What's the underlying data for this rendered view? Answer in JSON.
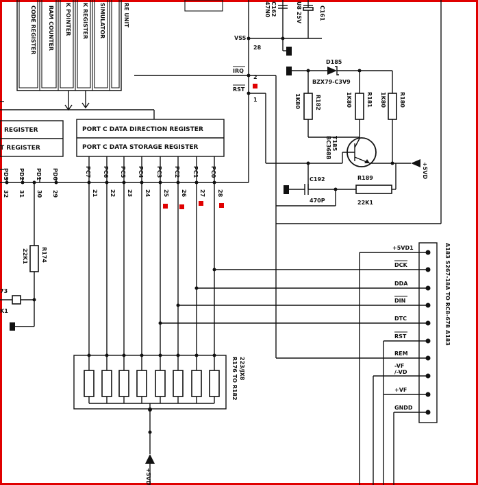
{
  "accent_color": "#e00000",
  "mcu": {
    "vertical_labels": [
      "CODE REGISTER",
      "RAM COUNTER",
      "K POINTER",
      "K REGISTER",
      "SIMULATOR",
      "RE UNIT"
    ],
    "port_c_direction": "PORT C DATA DIRECTION REGISTER",
    "port_c_storage": "PORT C DATA STORAGE REGISTER",
    "left_reg_top": "REGISTER",
    "left_reg_bottom": "T REGISTER",
    "vss": "VSS",
    "vss_pin": "28",
    "irq": "IRQ",
    "irq_pin": "2",
    "rst": "RST",
    "rst_pin": "1",
    "port_d_pins": [
      {
        "name": "PD3",
        "num": "32"
      },
      {
        "name": "PD2",
        "num": "31"
      },
      {
        "name": "PD1",
        "num": "30"
      },
      {
        "name": "PD0",
        "num": "29"
      }
    ],
    "port_c_pins": [
      {
        "name": "PC7",
        "num": "21"
      },
      {
        "name": "PC6",
        "num": "22"
      },
      {
        "name": "PC5",
        "num": "23"
      },
      {
        "name": "PC4",
        "num": "24"
      },
      {
        "name": "PC3",
        "num": "25"
      },
      {
        "name": "PC2",
        "num": "26"
      },
      {
        "name": "PC1",
        "num": "27"
      },
      {
        "name": "PC0",
        "num": "28"
      }
    ]
  },
  "components": {
    "c162": {
      "ref": "C162",
      "value": "47N0"
    },
    "c161": {
      "ref": "C161",
      "value": "U8 25V"
    },
    "d185": {
      "ref": "D185",
      "value": "BZX79-C3V9"
    },
    "r182": {
      "ref": "R182",
      "value": "1K80"
    },
    "r181": {
      "ref": "R181",
      "value": "1K80"
    },
    "r180": {
      "ref": "R180",
      "value": "1K80"
    },
    "t185": {
      "ref": "T185",
      "value": "BC368B"
    },
    "c192": {
      "ref": "C192",
      "value": "470P"
    },
    "r189": {
      "ref": "R189",
      "value": "22K1"
    },
    "r174": {
      "ref": "R174",
      "value": "22K1"
    },
    "r173": {
      "ref": "73",
      "value": "K1"
    },
    "rnet": {
      "ref": "R176 TO R182",
      "value": "223/JX8"
    },
    "supply": "+5VD"
  },
  "connector": {
    "title": "A183 S267-18A TO RC8-678 A183",
    "pins": [
      "+5VD1",
      "DCK",
      "DDA",
      "DIN",
      "DTC",
      "RST",
      "REM",
      "-VF\n/-VD",
      "+VF",
      "GNDD"
    ]
  }
}
